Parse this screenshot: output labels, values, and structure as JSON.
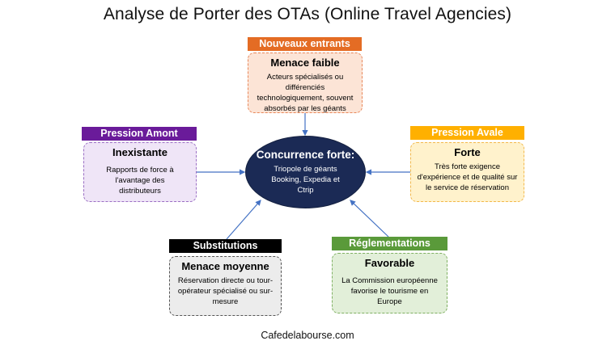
{
  "title": "Analyse de Porter des OTAs (Online Travel Agencies)",
  "footer": "Cafedelabourse.com",
  "center": {
    "heading": "Concurrence forte:",
    "lines": [
      "Triopole de géants",
      "Booking, Expedia et",
      "Ctrip"
    ],
    "color": "#1b2a55"
  },
  "forces": {
    "nouveaux_entrants": {
      "label": "Nouveaux entrants",
      "heading": "Menace faible",
      "lines": [
        "Acteurs spécialisés ou",
        "différenciés",
        "technologiquement, souvent",
        "absorbés par les géants"
      ],
      "header_color": "#e46c24",
      "box_color": "#fce4d6"
    },
    "pression_amont": {
      "label": "Pression Amont",
      "heading": "Inexistante",
      "lines": [
        "Rapports de force à",
        "l'avantage des",
        "distributeurs"
      ],
      "header_color": "#6a1b9a",
      "box_color": "#efe5f7"
    },
    "pression_avale": {
      "label": "Pression Avale",
      "heading": "Forte",
      "lines": [
        "Très forte exigence",
        "d'expérience et de qualité sur",
        "le service de réservation"
      ],
      "header_color": "#ffb000",
      "box_color": "#fff2cc"
    },
    "substitutions": {
      "label": "Substitutions",
      "heading": "Menace moyenne",
      "lines": [
        "Réservation directe ou tour-",
        "opérateur spécialisé ou sur-",
        "mesure"
      ],
      "header_color": "#000000",
      "box_color": "#ececec"
    },
    "reglementations": {
      "label": "Réglementations",
      "heading": "Favorable",
      "lines": [
        "La Commission européenne",
        "favorise le tourisme en",
        "Europe"
      ],
      "header_color": "#5a9a3a",
      "box_color": "#e2efd9"
    }
  }
}
